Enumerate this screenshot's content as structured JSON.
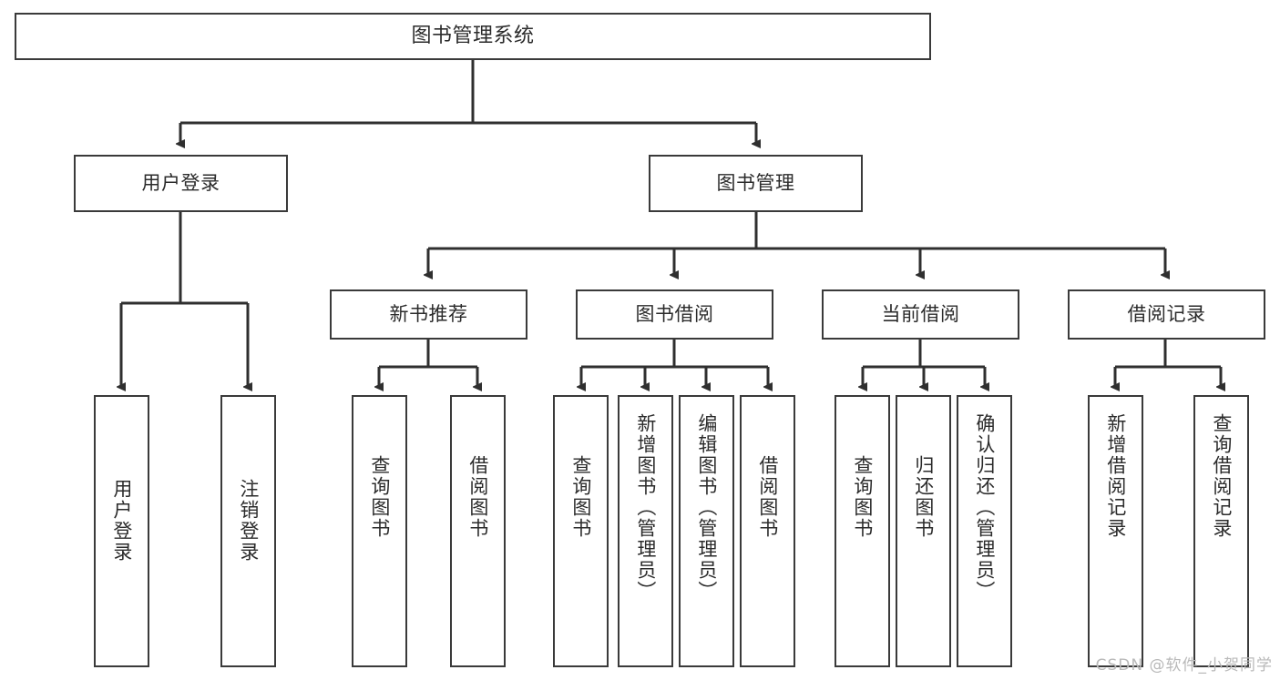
{
  "diagram": {
    "title": "图书管理系统",
    "type": "tree",
    "watermark": "CSDN @软件_小贺同学",
    "colors": {
      "box_border": "#3a3a3a",
      "edge": "#2f2f2f",
      "background": "#ffffff",
      "text": "#2b2b2b",
      "watermark": "#b9b9b9"
    },
    "nodes": {
      "root": {
        "label": "图书管理系统"
      },
      "level2": [
        {
          "label": "用户登录"
        },
        {
          "label": "图书管理"
        }
      ],
      "level3": [
        {
          "label": "新书推荐"
        },
        {
          "label": "图书借阅"
        },
        {
          "label": "当前借阅"
        },
        {
          "label": "借阅记录"
        }
      ],
      "leaves": {
        "user_login": [
          {
            "label": "用户登录"
          },
          {
            "label": "注销登录"
          }
        ],
        "new_book": [
          {
            "label": "查询图书"
          },
          {
            "label": "借阅图书"
          }
        ],
        "book_borrow": [
          {
            "label": "查询图书"
          },
          {
            "label": "新增图书（管理员）"
          },
          {
            "label": "编辑图书（管理员）"
          },
          {
            "label": "借阅图书"
          }
        ],
        "current_borrow": [
          {
            "label": "查询图书"
          },
          {
            "label": "归还图书"
          },
          {
            "label": "确认归还（管理员）"
          }
        ],
        "borrow_record": [
          {
            "label": "新增借阅记录"
          },
          {
            "label": "查询借阅记录"
          }
        ]
      }
    }
  }
}
